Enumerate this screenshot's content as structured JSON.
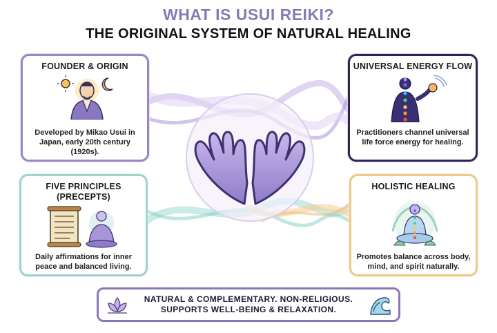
{
  "header": {
    "title": "WHAT IS USUI REIKI?",
    "subtitle": "THE ORIGINAL SYSTEM OF NATURAL HEALING"
  },
  "cards": {
    "founder": {
      "title": "FOUNDER & ORIGIN",
      "text": "Developed by Mikao Usui in Japan, early 20th century (1920s).",
      "icon": "founder-portrait-icon"
    },
    "energy": {
      "title": "UNIVERSAL ENERGY FLOW",
      "text": "Practitioners channel universal life force energy for healing.",
      "icon": "energy-figure-icon"
    },
    "principles": {
      "title": "FIVE PRINCIPLES (PRECEPTS)",
      "text": "Daily affirmations for inner peace and balanced living.",
      "icon": "scroll-buddha-icon"
    },
    "holistic": {
      "title": "HOLISTIC HEALING",
      "text": "Promotes balance across body, mind, and spirit naturally.",
      "icon": "meditation-chakra-icon"
    }
  },
  "center": {
    "icon": "open-hands-icon"
  },
  "banner": {
    "line1": "NATURAL & COMPLEMENTARY. NON-RELIGIOUS.",
    "line2": "SUPPORTS WELL-BEING & RELAXATION.",
    "left_icon": "lotus-icon",
    "right_icon": "wave-icon"
  },
  "colors": {
    "title": "#8a79b0",
    "founder_border": "#9a86c6",
    "energy_border": "#2d2458",
    "principles_border": "#9fd3cf",
    "holistic_border": "#f0c88a"
  }
}
